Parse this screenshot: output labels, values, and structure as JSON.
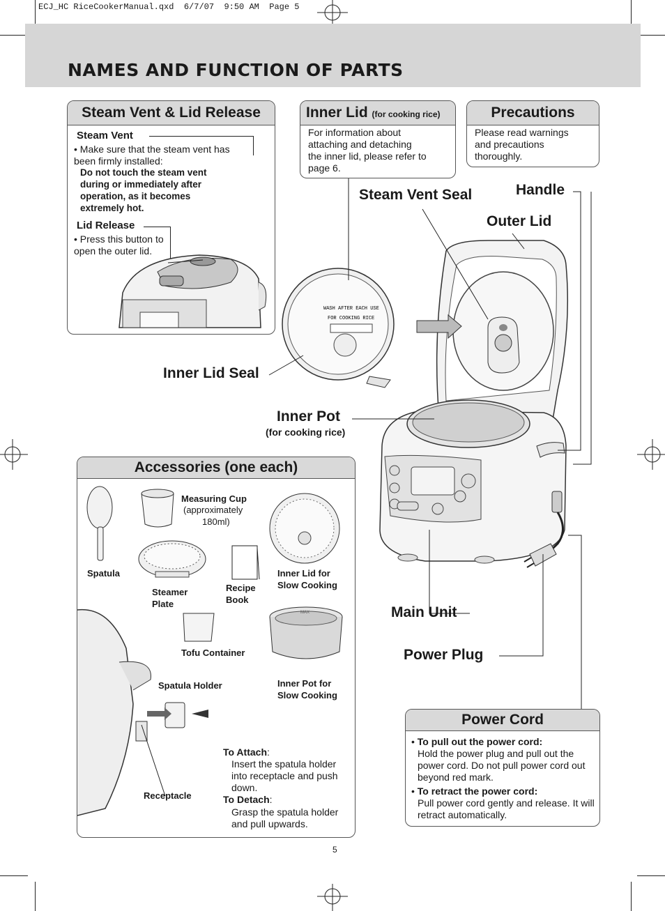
{
  "file_header": "ECJ_HC RiceCookerManual.qxd  6/7/07  9:50 AM  Page 5",
  "page_title": "NAMES AND FUNCTION OF PARTS",
  "steam_box": {
    "title": "Steam Vent & Lid Release",
    "steam_vent_label": "Steam Vent",
    "steam_vent_text": "• Make sure that the steam vent has been firmly installed:",
    "steam_vent_warning": "Do not touch the steam vent during or immediately after operation, as it becomes extremely hot.",
    "lid_release_label": "Lid Release",
    "lid_release_text": "• Press this button to open the outer lid."
  },
  "inner_lid_box": {
    "title": "Inner Lid",
    "title_note": "(for cooking rice)",
    "text": "For information about attaching and detaching the inner lid, please refer to page 6."
  },
  "precautions_box": {
    "title": "Precautions",
    "text": "Please read warnings and precautions thoroughly."
  },
  "parts": {
    "steam_vent_seal": "Steam Vent Seal",
    "handle": "Handle",
    "outer_lid": "Outer Lid",
    "inner_lid_seal": "Inner Lid Seal",
    "inner_pot": "Inner Pot",
    "inner_pot_note": "(for cooking rice)",
    "main_unit": "Main Unit",
    "power_plug": "Power Plug"
  },
  "inner_lid_printing": {
    "line1": "WASH AFTER EACH USE",
    "line2": "FOR COOKING RICE"
  },
  "accessories": {
    "title": "Accessories (one each)",
    "measuring_cup": "Measuring Cup",
    "measuring_cup_note1": "(approximately",
    "measuring_cup_note2": "180ml)",
    "spatula": "Spatula",
    "steamer_plate": "Steamer Plate",
    "recipe_book": "Recipe Book",
    "inner_lid_slow": "Inner Lid for Slow Cooking",
    "tofu_container": "Tofu Container",
    "inner_pot_slow": "Inner Pot for Slow Cooking",
    "max_mark": "MAX",
    "spatula_holder": "Spatula Holder",
    "receptacle": "Receptacle",
    "to_attach_label": "To Attach",
    "to_attach_text": "Insert the spatula holder into receptacle and push down.",
    "to_detach_label": "To Detach",
    "to_detach_text": "Grasp the spatula holder and pull upwards."
  },
  "power_cord_box": {
    "title": "Power Cord",
    "pull_label": "To pull out the power cord:",
    "pull_text": "Hold the power plug and pull out the power cord. Do not pull power cord out beyond red mark.",
    "retract_label": "To retract the power cord:",
    "retract_text": "Pull power cord gently and release. It will retract automatically."
  },
  "page_number": "5"
}
